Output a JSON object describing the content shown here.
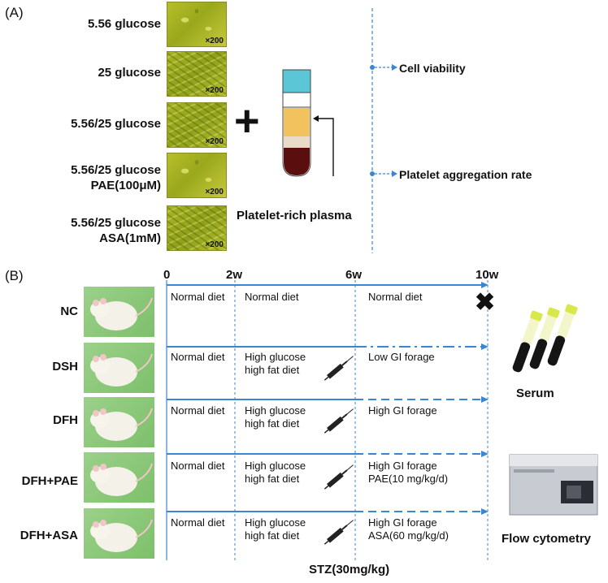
{
  "panel_a": {
    "label": "(A)",
    "magnification": "×200",
    "groups": [
      {
        "label": "5.56 glucose"
      },
      {
        "label": "25 glucose"
      },
      {
        "label": "5.56/25 glucose"
      },
      {
        "label": "5.56/25 glucose\nPAE(100μM)"
      },
      {
        "label": "5.56/25 glucose\nASA(1mM)"
      }
    ],
    "plus_sign": "+",
    "tube_label": "Platelet-rich plasma",
    "outputs": [
      "Cell viability",
      "Platelet aggregation rate"
    ]
  },
  "panel_b": {
    "label": "(B)",
    "weeks": [
      "0",
      "2w",
      "6w",
      "10w"
    ],
    "groups": [
      {
        "name": "NC",
        "phase1": "Normal diet",
        "phase2": "Normal diet",
        "phase3": "Normal diet"
      },
      {
        "name": "DSH",
        "phase1": "Normal diet",
        "phase2": "High glucose\nhigh fat diet",
        "phase3": "Low GI forage"
      },
      {
        "name": "DFH",
        "phase1": "Normal diet",
        "phase2": "High glucose\nhigh fat diet",
        "phase3": "High GI forage"
      },
      {
        "name": "DFH+PAE",
        "phase1": "Normal diet",
        "phase2": "High glucose\nhigh fat diet",
        "phase3": "High GI forage\nPAE(10 mg/kg/d)"
      },
      {
        "name": "DFH+ASA",
        "phase1": "Normal diet",
        "phase2": "High glucose\nhigh fat diet",
        "phase3": "High GI forage\nASA(60 mg/kg/d)"
      }
    ],
    "end_marker": "✖",
    "serum_label": "Serum",
    "flow_label": "Flow cytometry",
    "stz_label": "STZ(30mg/kg)"
  },
  "colors": {
    "arrow_blue": "#3a86d4",
    "tube_cap": "#5bc6d6",
    "tube_plasma": "#f2c25e",
    "tube_blood": "#5a0e0e",
    "serum_yellow": "#d8e84a"
  }
}
